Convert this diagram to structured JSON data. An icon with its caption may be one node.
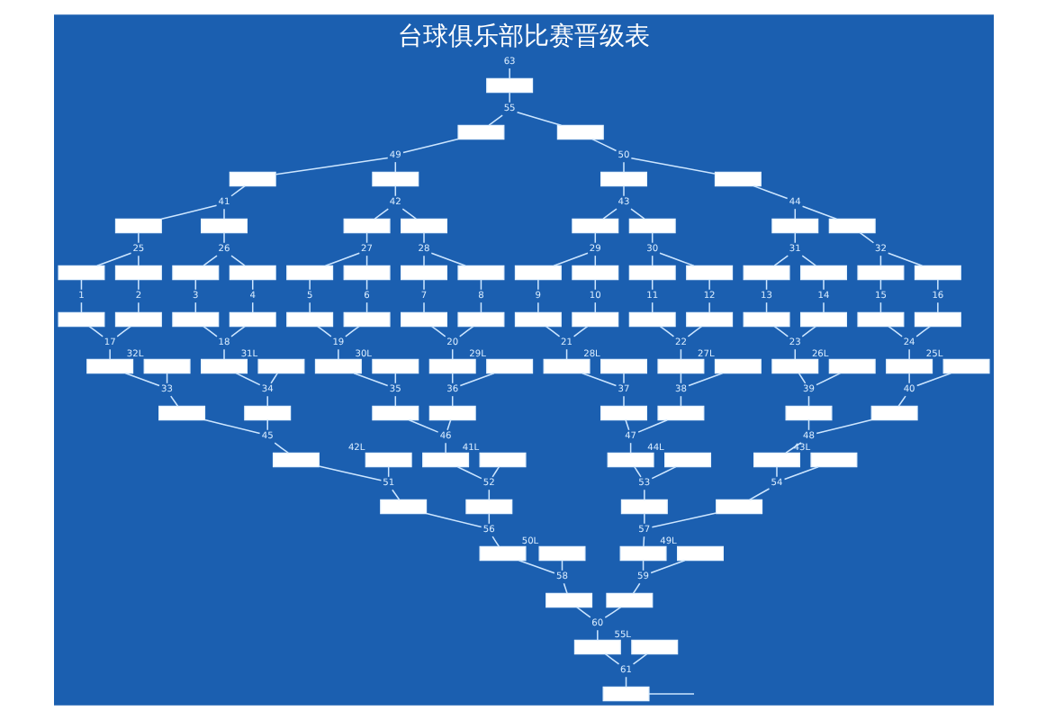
{
  "diagram": {
    "title": "台球俱乐部比赛晋级表",
    "nodes": [
      {
        "text": [
          "63"
        ]
      },
      {
        "text": [],
        "shape": "box"
      },
      {
        "text": [
          "55"
        ]
      },
      {
        "text": [],
        "shape": "box"
      },
      {
        "text": [],
        "shape": "box"
      },
      {
        "text": [
          "49"
        ]
      },
      {
        "text": [
          "50"
        ]
      },
      {
        "text": [],
        "shape": "box"
      },
      {
        "text": [],
        "shape": "box"
      },
      {
        "text": [],
        "shape": "box"
      },
      {
        "text": [],
        "shape": "box"
      },
      {
        "text": [
          "41"
        ]
      },
      {
        "text": [
          "42"
        ]
      },
      {
        "text": [
          "43"
        ]
      },
      {
        "text": [
          "44"
        ]
      },
      {
        "text": [],
        "shape": "box"
      },
      {
        "text": [],
        "shape": "box"
      },
      {
        "text": [],
        "shape": "box"
      },
      {
        "text": [],
        "shape": "box"
      },
      {
        "text": [],
        "shape": "box"
      },
      {
        "text": [],
        "shape": "box"
      },
      {
        "text": [],
        "shape": "box"
      },
      {
        "text": [],
        "shape": "box"
      },
      {
        "text": [
          "25"
        ]
      },
      {
        "text": [
          "26"
        ]
      },
      {
        "text": [
          "27"
        ]
      },
      {
        "text": [
          "28"
        ]
      },
      {
        "text": [
          "29"
        ]
      },
      {
        "text": [
          "30"
        ]
      },
      {
        "text": [
          "31"
        ]
      },
      {
        "text": [
          "32"
        ]
      },
      {
        "text": [],
        "shape": "box"
      },
      {
        "text": [],
        "shape": "box"
      },
      {
        "text": [],
        "shape": "box"
      },
      {
        "text": [],
        "shape": "box"
      },
      {
        "text": [],
        "shape": "box"
      },
      {
        "text": [],
        "shape": "box"
      },
      {
        "text": [],
        "shape": "box"
      },
      {
        "text": [],
        "shape": "box"
      },
      {
        "text": [],
        "shape": "box"
      },
      {
        "text": [],
        "shape": "box"
      },
      {
        "text": [],
        "shape": "box"
      },
      {
        "text": [],
        "shape": "box"
      },
      {
        "text": [],
        "shape": "box"
      },
      {
        "text": [],
        "shape": "box"
      },
      {
        "text": [],
        "shape": "box"
      },
      {
        "text": [],
        "shape": "box"
      },
      {
        "text": [
          "1"
        ]
      },
      {
        "text": [
          "2"
        ]
      },
      {
        "text": [
          "3"
        ]
      },
      {
        "text": [
          "4"
        ]
      },
      {
        "text": [
          "5"
        ]
      },
      {
        "text": [
          "6"
        ]
      },
      {
        "text": [
          "7"
        ]
      },
      {
        "text": [
          "8"
        ]
      },
      {
        "text": [
          "9"
        ]
      },
      {
        "text": [
          "10"
        ]
      },
      {
        "text": [
          "11"
        ]
      },
      {
        "text": [
          "12"
        ]
      },
      {
        "text": [
          "13"
        ]
      },
      {
        "text": [
          "14"
        ]
      },
      {
        "text": [
          "15"
        ]
      },
      {
        "text": [
          "16"
        ]
      },
      {
        "text": [],
        "shape": "box"
      },
      {
        "text": [],
        "shape": "box"
      },
      {
        "text": [],
        "shape": "box"
      },
      {
        "text": [],
        "shape": "box"
      },
      {
        "text": [],
        "shape": "box"
      },
      {
        "text": [],
        "shape": "box"
      },
      {
        "text": [],
        "shape": "box"
      },
      {
        "text": [],
        "shape": "box"
      },
      {
        "text": [],
        "shape": "box"
      },
      {
        "text": [],
        "shape": "box"
      },
      {
        "text": [],
        "shape": "box"
      },
      {
        "text": [],
        "shape": "box"
      },
      {
        "text": [],
        "shape": "box"
      },
      {
        "text": [],
        "shape": "box"
      },
      {
        "text": [],
        "shape": "box"
      },
      {
        "text": [],
        "shape": "box"
      },
      {
        "text": [
          "17"
        ]
      },
      {
        "text": [
          "18"
        ]
      },
      {
        "text": [
          "19"
        ]
      },
      {
        "text": [
          "20"
        ]
      },
      {
        "text": [
          "21"
        ]
      },
      {
        "text": [
          "22"
        ]
      },
      {
        "text": [
          "23"
        ]
      },
      {
        "text": [
          "24"
        ]
      },
      {
        "text": [],
        "shape": "box"
      },
      {
        "text": [],
        "shape": "box",
        "beside": [
          "32L"
        ]
      },
      {
        "text": [],
        "shape": "box"
      },
      {
        "text": [],
        "shape": "box",
        "beside": [
          "31L"
        ]
      },
      {
        "text": [],
        "shape": "box"
      },
      {
        "text": [],
        "shape": "box",
        "beside": [
          "30L"
        ]
      },
      {
        "text": [],
        "shape": "box"
      },
      {
        "text": [],
        "shape": "box",
        "beside": [
          "29L"
        ]
      },
      {
        "text": [],
        "shape": "box"
      },
      {
        "text": [],
        "shape": "box",
        "beside": [
          "28L"
        ]
      },
      {
        "text": [],
        "shape": "box"
      },
      {
        "text": [],
        "shape": "box",
        "beside": [
          "27L"
        ]
      },
      {
        "text": [],
        "shape": "box"
      },
      {
        "text": [],
        "shape": "box",
        "beside": [
          "26L"
        ]
      },
      {
        "text": [],
        "shape": "box"
      },
      {
        "text": [],
        "shape": "box",
        "beside": [
          "25L"
        ]
      },
      {
        "text": [
          "33"
        ]
      },
      {
        "text": [
          "34"
        ]
      },
      {
        "text": [
          "35"
        ]
      },
      {
        "text": [
          "36"
        ]
      },
      {
        "text": [
          "37"
        ]
      },
      {
        "text": [
          "38"
        ]
      },
      {
        "text": [
          "39"
        ]
      },
      {
        "text": [
          "40"
        ]
      },
      {
        "text": [],
        "shape": "box"
      },
      {
        "text": [],
        "shape": "box"
      },
      {
        "text": [],
        "shape": "box"
      },
      {
        "text": [],
        "shape": "box"
      },
      {
        "text": [],
        "shape": "box"
      },
      {
        "text": [],
        "shape": "box"
      },
      {
        "text": [],
        "shape": "box"
      },
      {
        "text": [],
        "shape": "box"
      },
      {
        "text": [
          "45"
        ]
      },
      {
        "text": [
          "46"
        ]
      },
      {
        "text": [
          "47"
        ]
      },
      {
        "text": [
          "48"
        ]
      },
      {
        "text": [],
        "shape": "box"
      },
      {
        "text": [],
        "shape": "box",
        "beside": [
          "42L"
        ]
      },
      {
        "text": [],
        "shape": "box"
      },
      {
        "text": [],
        "shape": "box",
        "beside": [
          "41L"
        ]
      },
      {
        "text": [],
        "shape": "box"
      },
      {
        "text": [],
        "shape": "box",
        "beside": [
          "44L"
        ]
      },
      {
        "text": [],
        "shape": "box"
      },
      {
        "text": [],
        "shape": "box",
        "beside": [
          "43L"
        ]
      },
      {
        "text": [
          "51"
        ]
      },
      {
        "text": [
          "52"
        ]
      },
      {
        "text": [
          "53"
        ]
      },
      {
        "text": [
          "54"
        ]
      },
      {
        "text": [],
        "shape": "box"
      },
      {
        "text": [],
        "shape": "box"
      },
      {
        "text": [],
        "shape": "box"
      },
      {
        "text": [],
        "shape": "box"
      },
      {
        "text": [
          "56"
        ]
      },
      {
        "text": [
          "57"
        ]
      },
      {
        "text": [],
        "shape": "box"
      },
      {
        "text": [],
        "shape": "box",
        "beside": [
          "50L"
        ]
      },
      {
        "text": [],
        "shape": "box"
      },
      {
        "text": [],
        "shape": "box",
        "beside": [
          "49L"
        ]
      },
      {
        "text": [
          "58"
        ]
      },
      {
        "text": [
          "59"
        ]
      },
      {
        "text": [],
        "shape": "box"
      },
      {
        "text": [],
        "shape": "box"
      },
      {
        "text": [
          "60"
        ]
      },
      {
        "text": [],
        "shape": "box"
      },
      {
        "text": [],
        "shape": "box",
        "beside": [
          "55L"
        ]
      },
      {
        "text": [
          "61"
        ]
      },
      {
        "text": [],
        "shape": "box"
      }
    ],
    "edges": [
      {
        "from": 0,
        "to": 1,
        "arrow": "none"
      },
      {
        "from": 1,
        "to": 2,
        "arrow": "none"
      },
      {
        "from": 2,
        "to": 3,
        "arrow": "none"
      },
      {
        "from": 2,
        "to": 4,
        "arrow": "none"
      },
      {
        "from": 3,
        "to": 5,
        "arrow": "none"
      },
      {
        "from": 4,
        "to": 6,
        "arrow": "none"
      },
      {
        "from": 5,
        "to": 7,
        "arrow": "none"
      },
      {
        "from": 5,
        "to": 8,
        "arrow": "none"
      },
      {
        "from": 6,
        "to": 9,
        "arrow": "none"
      },
      {
        "from": 6,
        "to": 10,
        "arrow": "none"
      },
      {
        "from": 7,
        "to": 11,
        "arrow": "none"
      },
      {
        "from": 8,
        "to": 12,
        "arrow": "none"
      },
      {
        "from": 9,
        "to": 13,
        "arrow": "none"
      },
      {
        "from": 10,
        "to": 14,
        "arrow": "none"
      },
      {
        "from": 11,
        "to": 15,
        "arrow": "none"
      },
      {
        "from": 11,
        "to": 16,
        "arrow": "none"
      },
      {
        "from": 12,
        "to": 17,
        "arrow": "none"
      },
      {
        "from": 12,
        "to": 18,
        "arrow": "none"
      },
      {
        "from": 13,
        "to": 19,
        "arrow": "none"
      },
      {
        "from": 13,
        "to": 20,
        "arrow": "none"
      },
      {
        "from": 14,
        "to": 21,
        "arrow": "none"
      },
      {
        "from": 14,
        "to": 22,
        "arrow": "none"
      },
      {
        "from": 15,
        "to": 23,
        "arrow": "none"
      },
      {
        "from": 16,
        "to": 24,
        "arrow": "none"
      },
      {
        "from": 17,
        "to": 25,
        "arrow": "none"
      },
      {
        "from": 18,
        "to": 26,
        "arrow": "none"
      },
      {
        "from": 19,
        "to": 27,
        "arrow": "none"
      },
      {
        "from": 20,
        "to": 28,
        "arrow": "none"
      },
      {
        "from": 21,
        "to": 29,
        "arrow": "none"
      },
      {
        "from": 22,
        "to": 30,
        "arrow": "none"
      },
      {
        "from": 23,
        "to": 31,
        "arrow": "none"
      },
      {
        "from": 23,
        "to": 32,
        "arrow": "none"
      },
      {
        "from": 24,
        "to": 33,
        "arrow": "none"
      },
      {
        "from": 24,
        "to": 34,
        "arrow": "none"
      },
      {
        "from": 25,
        "to": 35,
        "arrow": "none"
      },
      {
        "from": 25,
        "to": 36,
        "arrow": "none"
      },
      {
        "from": 26,
        "to": 37,
        "arrow": "none"
      },
      {
        "from": 26,
        "to": 38,
        "arrow": "none"
      },
      {
        "from": 27,
        "to": 39,
        "arrow": "none"
      },
      {
        "from": 27,
        "to": 40,
        "arrow": "none"
      },
      {
        "from": 28,
        "to": 41,
        "arrow": "none"
      },
      {
        "from": 28,
        "to": 42,
        "arrow": "none"
      },
      {
        "from": 29,
        "to": 43,
        "arrow": "none"
      },
      {
        "from": 29,
        "to": 44,
        "arrow": "none"
      },
      {
        "from": 30,
        "to": 45,
        "arrow": "none"
      },
      {
        "from": 30,
        "to": 46,
        "arrow": "none"
      },
      {
        "from": 31,
        "to": 47,
        "arrow": "none"
      },
      {
        "from": 32,
        "to": 48,
        "arrow": "none"
      },
      {
        "from": 33,
        "to": 49,
        "arrow": "none"
      },
      {
        "from": 34,
        "to": 50,
        "arrow": "none"
      },
      {
        "from": 35,
        "to": 51,
        "arrow": "none"
      },
      {
        "from": 36,
        "to": 52,
        "arrow": "none"
      },
      {
        "from": 37,
        "to": 53,
        "arrow": "none"
      },
      {
        "from": 38,
        "to": 54,
        "arrow": "none"
      },
      {
        "from": 39,
        "to": 55,
        "arrow": "none"
      },
      {
        "from": 40,
        "to": 56,
        "arrow": "none"
      },
      {
        "from": 41,
        "to": 57,
        "arrow": "none"
      },
      {
        "from": 42,
        "to": 58,
        "arrow": "none"
      },
      {
        "from": 43,
        "to": 59,
        "arrow": "none"
      },
      {
        "from": 44,
        "to": 60,
        "arrow": "none"
      },
      {
        "from": 45,
        "to": 61,
        "arrow": "none"
      },
      {
        "from": 46,
        "to": 62,
        "arrow": "none"
      },
      {
        "from": 47,
        "to": 63,
        "arrow": "none"
      },
      {
        "from": 48,
        "to": 64,
        "arrow": "none"
      },
      {
        "from": 49,
        "to": 65,
        "arrow": "none"
      },
      {
        "from": 50,
        "to": 66,
        "arrow": "none"
      },
      {
        "from": 51,
        "to": 67,
        "arrow": "none"
      },
      {
        "from": 52,
        "to": 68,
        "arrow": "none"
      },
      {
        "from": 53,
        "to": 69,
        "arrow": "none"
      },
      {
        "from": 54,
        "to": 70,
        "arrow": "none"
      },
      {
        "from": 55,
        "to": 71,
        "arrow": "none"
      },
      {
        "from": 56,
        "to": 72,
        "arrow": "none"
      },
      {
        "from": 57,
        "to": 73,
        "arrow": "none"
      },
      {
        "from": 58,
        "to": 74,
        "arrow": "none"
      },
      {
        "from": 59,
        "to": 75,
        "arrow": "none"
      },
      {
        "from": 60,
        "to": 76,
        "arrow": "none"
      },
      {
        "from": 61,
        "to": 77,
        "arrow": "none"
      },
      {
        "from": 62,
        "to": 78,
        "arrow": "none"
      },
      {
        "from": 63,
        "to": 79,
        "arrow": "none"
      },
      {
        "from": 64,
        "to": 79,
        "arrow": "none"
      },
      {
        "from": 65,
        "to": 80,
        "arrow": "none"
      },
      {
        "from": 66,
        "to": 80,
        "arrow": "none"
      },
      {
        "from": 67,
        "to": 81,
        "arrow": "none"
      },
      {
        "from": 68,
        "to": 81,
        "arrow": "none"
      },
      {
        "from": 69,
        "to": 82,
        "arrow": "none"
      },
      {
        "from": 70,
        "to": 82,
        "arrow": "none"
      },
      {
        "from": 71,
        "to": 83,
        "arrow": "none"
      },
      {
        "from": 72,
        "to": 83,
        "arrow": "none"
      },
      {
        "from": 73,
        "to": 84,
        "arrow": "none"
      },
      {
        "from": 74,
        "to": 84,
        "arrow": "none"
      },
      {
        "from": 75,
        "to": 85,
        "arrow": "none"
      },
      {
        "from": 76,
        "to": 85,
        "arrow": "none"
      },
      {
        "from": 77,
        "to": 86,
        "arrow": "none"
      },
      {
        "from": 78,
        "to": 86,
        "arrow": "none"
      },
      {
        "from": 79,
        "to": 87,
        "arrow": "none"
      },
      {
        "from": 80,
        "to": 89,
        "arrow": "none"
      },
      {
        "from": 81,
        "to": 91,
        "arrow": "none"
      },
      {
        "from": 82,
        "to": 93,
        "arrow": "none"
      },
      {
        "from": 83,
        "to": 95,
        "arrow": "none"
      },
      {
        "from": 84,
        "to": 97,
        "arrow": "none"
      },
      {
        "from": 85,
        "to": 99,
        "arrow": "none"
      },
      {
        "from": 86,
        "to": 101,
        "arrow": "none"
      },
      {
        "from": 87,
        "to": 103,
        "arrow": "none"
      },
      {
        "from": 88,
        "to": 103,
        "arrow": "none"
      },
      {
        "from": 89,
        "to": 104,
        "arrow": "none"
      },
      {
        "from": 90,
        "to": 104,
        "arrow": "none"
      },
      {
        "from": 91,
        "to": 105,
        "arrow": "none"
      },
      {
        "from": 92,
        "to": 105,
        "arrow": "none"
      },
      {
        "from": 93,
        "to": 106,
        "arrow": "none"
      },
      {
        "from": 94,
        "to": 106,
        "arrow": "none"
      },
      {
        "from": 95,
        "to": 107,
        "arrow": "none"
      },
      {
        "from": 96,
        "to": 107,
        "arrow": "none"
      },
      {
        "from": 97,
        "to": 108,
        "arrow": "none"
      },
      {
        "from": 98,
        "to": 108,
        "arrow": "none"
      },
      {
        "from": 99,
        "to": 109,
        "arrow": "none"
      },
      {
        "from": 100,
        "to": 109,
        "arrow": "none"
      },
      {
        "from": 101,
        "to": 110,
        "arrow": "none"
      },
      {
        "from": 102,
        "to": 110,
        "arrow": "none"
      },
      {
        "from": 103,
        "to": 111,
        "arrow": "none"
      },
      {
        "from": 104,
        "to": 112,
        "arrow": "none"
      },
      {
        "from": 105,
        "to": 113,
        "arrow": "none"
      },
      {
        "from": 106,
        "to": 114,
        "arrow": "none"
      },
      {
        "from": 107,
        "to": 115,
        "arrow": "none"
      },
      {
        "from": 108,
        "to": 116,
        "arrow": "none"
      },
      {
        "from": 109,
        "to": 117,
        "arrow": "none"
      },
      {
        "from": 110,
        "to": 118,
        "arrow": "none"
      },
      {
        "from": 111,
        "to": 119,
        "arrow": "none"
      },
      {
        "from": 112,
        "to": 119,
        "arrow": "none"
      },
      {
        "from": 113,
        "to": 120,
        "arrow": "none"
      },
      {
        "from": 114,
        "to": 120,
        "arrow": "none"
      },
      {
        "from": 115,
        "to": 121,
        "arrow": "none"
      },
      {
        "from": 116,
        "to": 121,
        "arrow": "none"
      },
      {
        "from": 117,
        "to": 122,
        "arrow": "none"
      },
      {
        "from": 118,
        "to": 122,
        "arrow": "none"
      },
      {
        "from": 119,
        "to": 123,
        "arrow": "none"
      },
      {
        "from": 120,
        "to": 125,
        "arrow": "none"
      },
      {
        "from": 121,
        "to": 127,
        "arrow": "none"
      },
      {
        "from": 122,
        "to": 129,
        "arrow": "none"
      },
      {
        "from": 123,
        "to": 131,
        "arrow": "none"
      },
      {
        "from": 124,
        "to": 131,
        "arrow": "none"
      },
      {
        "from": 125,
        "to": 132,
        "arrow": "none"
      },
      {
        "from": 126,
        "to": 132,
        "arrow": "none"
      },
      {
        "from": 127,
        "to": 133,
        "arrow": "none"
      },
      {
        "from": 128,
        "to": 133,
        "arrow": "none"
      },
      {
        "from": 129,
        "to": 134,
        "arrow": "none"
      },
      {
        "from": 130,
        "to": 134,
        "arrow": "none"
      },
      {
        "from": 131,
        "to": 135,
        "arrow": "none"
      },
      {
        "from": 132,
        "to": 136,
        "arrow": "none"
      },
      {
        "from": 133,
        "to": 137,
        "arrow": "none"
      },
      {
        "from": 134,
        "to": 138,
        "arrow": "none"
      },
      {
        "from": 135,
        "to": 139,
        "arrow": "none"
      },
      {
        "from": 136,
        "to": 139,
        "arrow": "none"
      },
      {
        "from": 137,
        "to": 140,
        "arrow": "none"
      },
      {
        "from": 138,
        "to": 140,
        "arrow": "none"
      },
      {
        "from": 139,
        "to": 141,
        "arrow": "none"
      },
      {
        "from": 140,
        "to": 143,
        "arrow": "none"
      },
      {
        "from": 141,
        "to": 145,
        "arrow": "none"
      },
      {
        "from": 142,
        "to": 145,
        "arrow": "none"
      },
      {
        "from": 143,
        "to": 146,
        "arrow": "none"
      },
      {
        "from": 144,
        "to": 146,
        "arrow": "none"
      },
      {
        "from": 145,
        "to": 147,
        "arrow": "none"
      },
      {
        "from": 146,
        "to": 148,
        "arrow": "none"
      },
      {
        "from": 147,
        "to": 149,
        "arrow": "none"
      },
      {
        "from": 148,
        "to": 149,
        "arrow": "none"
      },
      {
        "from": 149,
        "to": 150,
        "arrow": "none"
      },
      {
        "from": 150,
        "to": 152,
        "arrow": "none"
      },
      {
        "from": 151,
        "to": 152,
        "arrow": "none"
      },
      {
        "from": 152,
        "to": 153,
        "arrow": "none"
      },
      {
        "from": 153,
        "to": null,
        "arrow": "none"
      }
    ]
  }
}
